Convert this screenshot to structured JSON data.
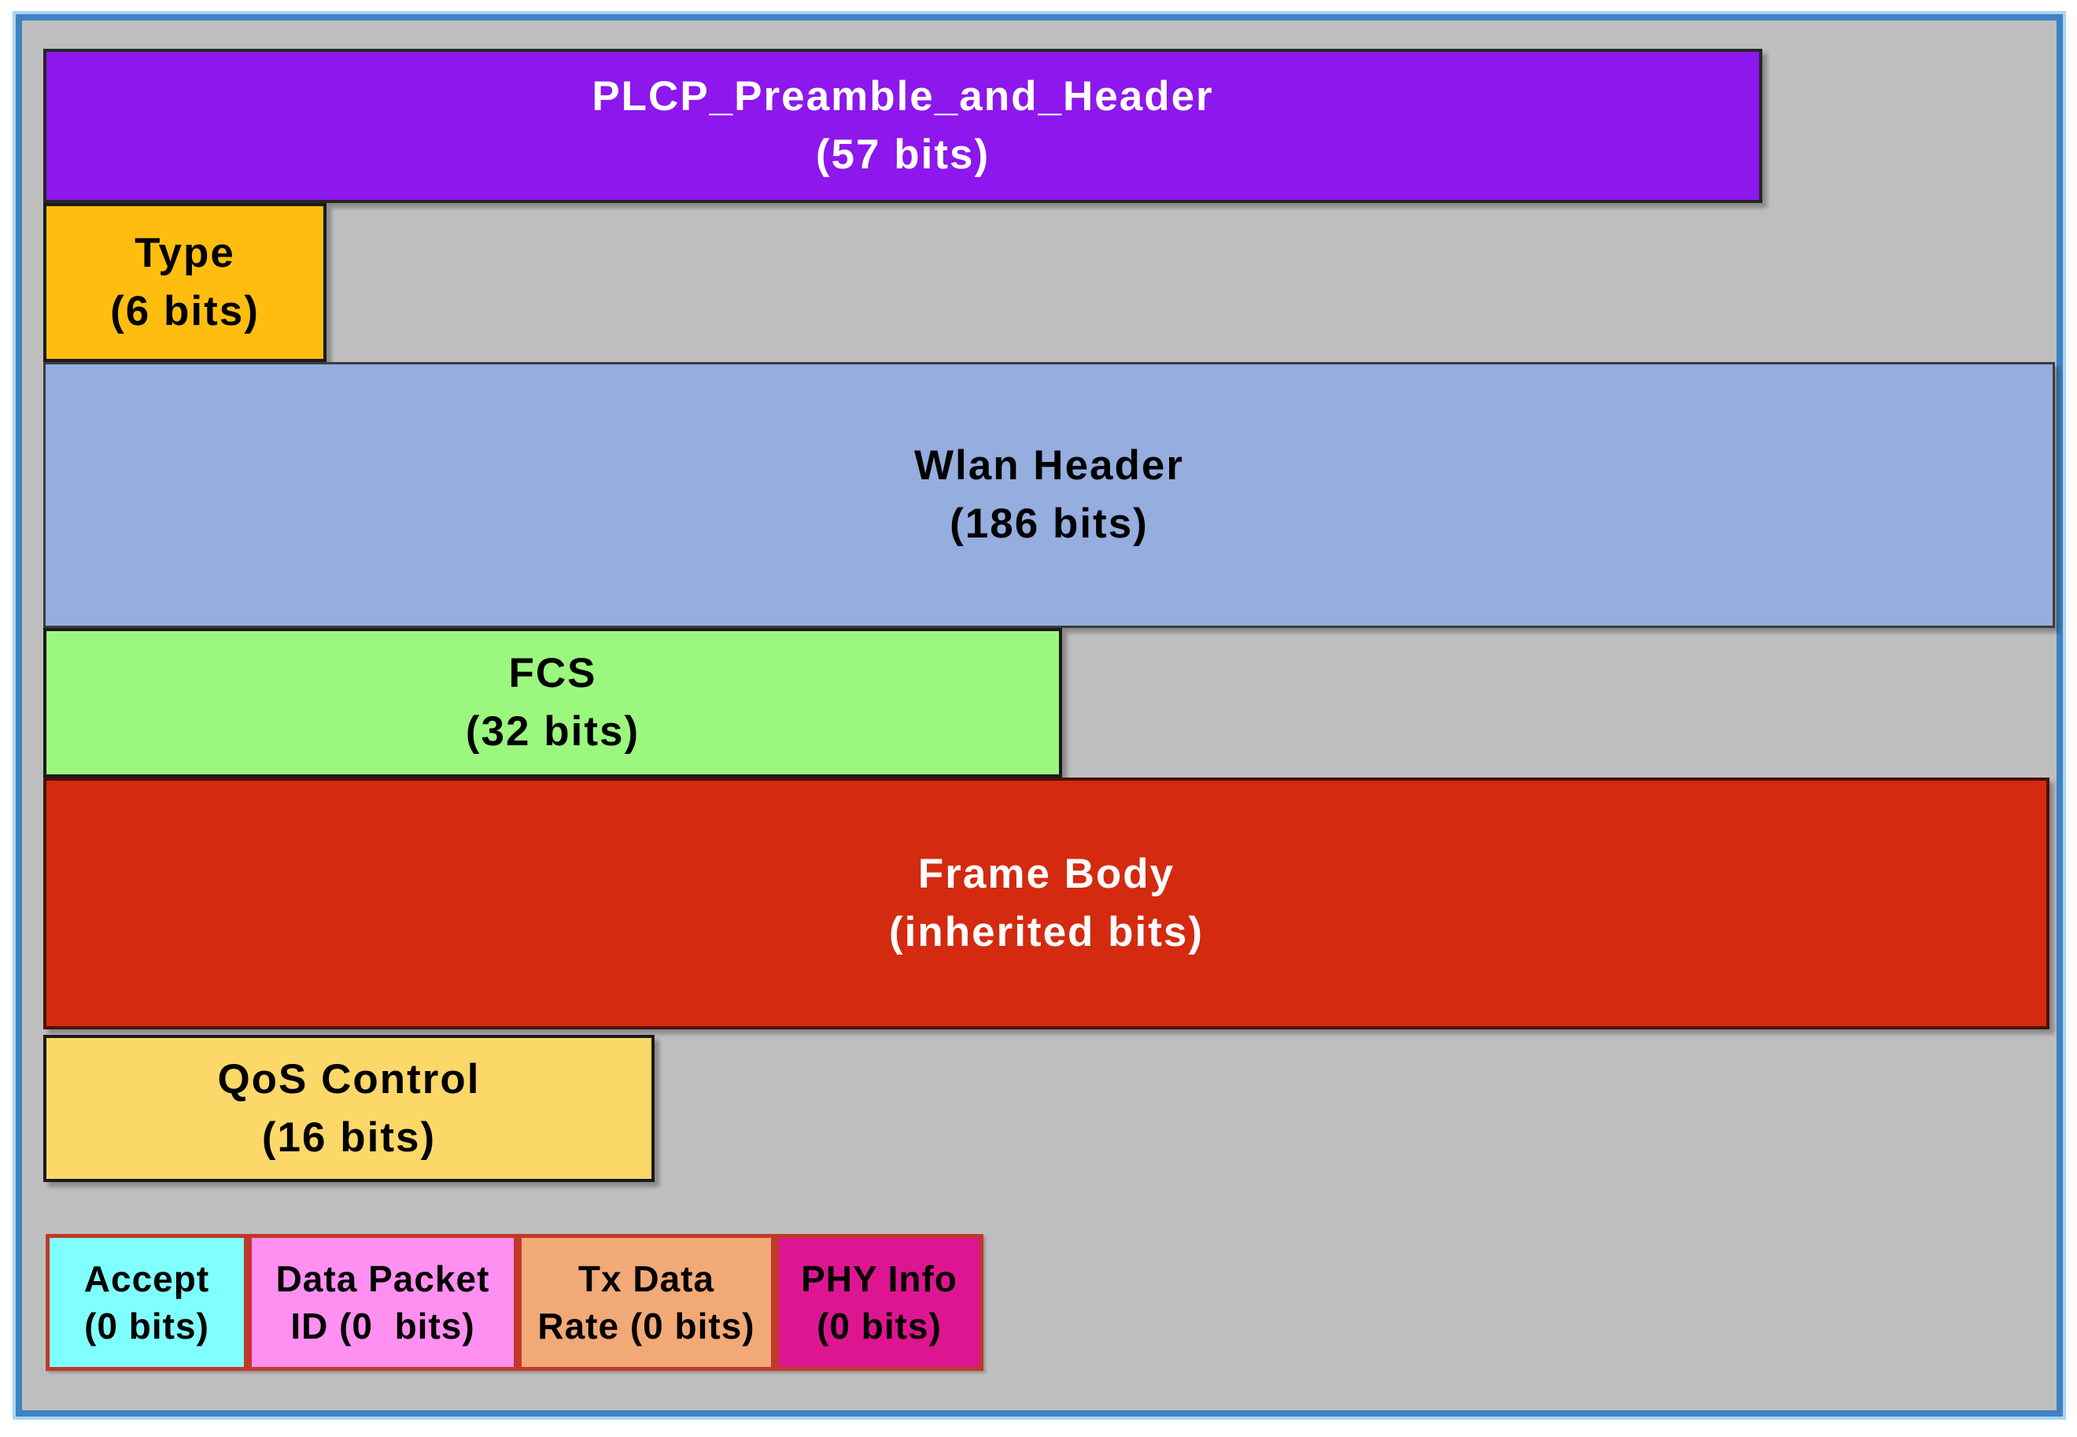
{
  "colors": {
    "canvas_background": "#BEBEBE",
    "outer_border": "#3E82C2",
    "outer_border_highlight": "#A9D3F1",
    "page_background": "#FFFFFF",
    "small_box_border": "#C0392B"
  },
  "segments": [
    {
      "id": "plcp_preamble_and_header",
      "line1": "PLCP_Preamble_and_Header",
      "line2": "(57 bits)",
      "fill": "#8D17EC",
      "text_color": "#FFFFFF",
      "border": "#262626"
    },
    {
      "id": "type",
      "line1": "Type",
      "line2": "(6 bits)",
      "fill": "#FFBE0F",
      "text_color": "#000000",
      "border": "#1A1A1A"
    },
    {
      "id": "wlan_header",
      "line1": "Wlan Header",
      "line2": "(186 bits)",
      "fill": "#95ADDF",
      "text_color": "#000000",
      "border": "#3C3C3C"
    },
    {
      "id": "fcs",
      "line1": "FCS",
      "line2": "(32 bits)",
      "fill": "#9CF77E",
      "text_color": "#000000",
      "border": "#1A1A1A"
    },
    {
      "id": "frame_body",
      "line1": "Frame Body",
      "line2": "(inherited bits)",
      "fill": "#D42A10",
      "text_color": "#FFFFFF",
      "border": "#4A1106"
    },
    {
      "id": "qos_control",
      "line1": "QoS Control",
      "line2": "(16 bits)",
      "fill": "#FBD868",
      "text_color": "#000000",
      "border": "#1A1A1A"
    },
    {
      "id": "accept",
      "line1": "Accept",
      "line2": "(0 bits)",
      "fill": "#80FFFF",
      "text_color": "#000000",
      "border": "#C0392B"
    },
    {
      "id": "data_packet_id",
      "line1": "Data Packet",
      "line2": "ID (0  bits)",
      "fill": "#FF8FF1",
      "text_color": "#000000",
      "border": "#C0392B"
    },
    {
      "id": "tx_data_rate",
      "line1": "Tx Data",
      "line2": "Rate (0 bits)",
      "fill": "#F1A977",
      "text_color": "#000000",
      "border": "#C0392B"
    },
    {
      "id": "phy_info",
      "line1": "PHY Info",
      "line2": "(0 bits)",
      "fill": "#DE1590",
      "text_color": "#000000",
      "border": "#C0392B"
    }
  ]
}
